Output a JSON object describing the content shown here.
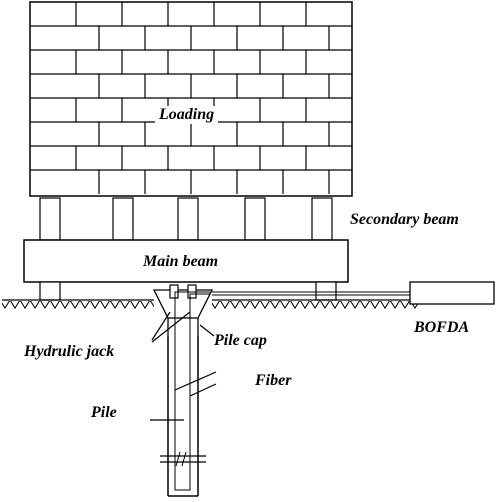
{
  "labels": {
    "loading": "Loading",
    "secondary_beam": "Secondary beam",
    "main_beam": "Main beam",
    "bofda": "BOFDA",
    "hydraulic_jack": "Hydrulic jack",
    "pile_cap": "Pile cap",
    "fiber": "Fiber",
    "pile": "Pile"
  }
}
